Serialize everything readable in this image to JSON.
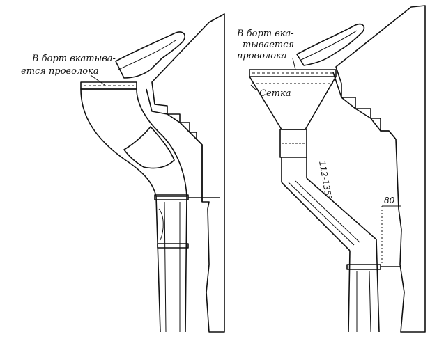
{
  "left_figure": {
    "label_line1": "В борт вкатыва-",
    "label_line2": "ется проволока"
  },
  "right_figure": {
    "label_line1": "В борт вка-",
    "label_line2": "тывается",
    "label_line3": "проволока",
    "mesh_label": "Сетка",
    "dim_angle": "112-135°",
    "dim_height": "80"
  },
  "colors": {
    "ink": "#111111",
    "paper": "#ffffff"
  }
}
